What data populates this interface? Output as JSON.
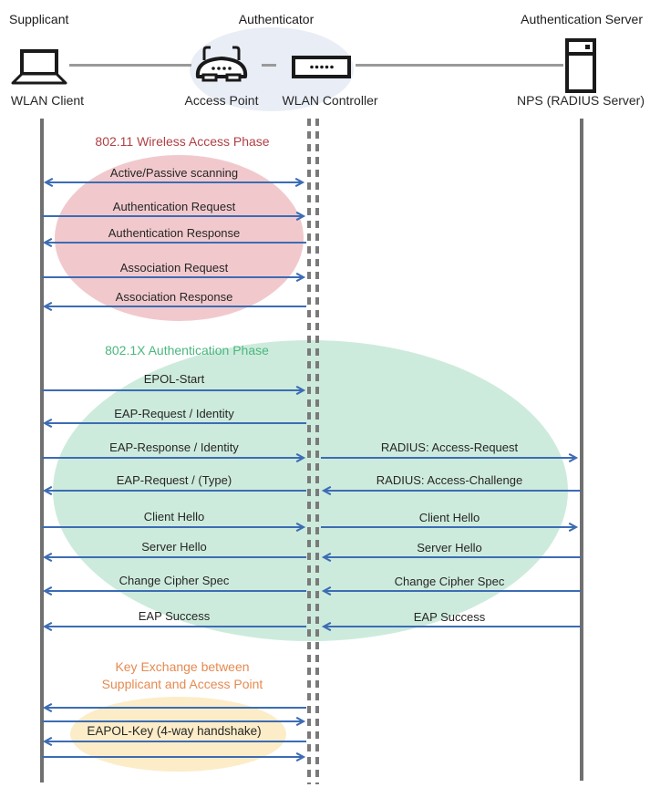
{
  "header": {
    "roles": {
      "supplicant": "Supplicant",
      "authenticator": "Authenticator",
      "server": "Authentication Server"
    },
    "devices": {
      "client": "WLAN Client",
      "access_point": "Access Point",
      "controller": "WLAN Controller",
      "nps": "NPS (RADIUS Server)"
    }
  },
  "phases": [
    {
      "title": "802.11 Wireless Access Phase",
      "title_color": "#b04045",
      "ellipse_color": "#f1c9cd",
      "messages": [
        {
          "label": "Active/Passive scanning",
          "direction": "both"
        },
        {
          "label": "Authentication Request",
          "direction": "right"
        },
        {
          "label": "Authentication Response",
          "direction": "left"
        },
        {
          "label": "Association Request",
          "direction": "right"
        },
        {
          "label": "Association Response",
          "direction": "left"
        }
      ]
    },
    {
      "title": "802.1X Authentication Phase",
      "title_color": "#4bb77e",
      "ellipse_color": "#cdebdc",
      "messages": [
        {
          "label": "EPOL-Start",
          "direction": "right"
        },
        {
          "label": "EAP-Request / Identity",
          "direction": "left"
        },
        {
          "label": "EAP-Response / Identity",
          "right_label": "RADIUS: Access-Request",
          "direction": "right"
        },
        {
          "label": "EAP-Request / (Type)",
          "right_label": "RADIUS: Access-Challenge",
          "direction": "left"
        },
        {
          "label": "Client Hello",
          "right_label": "Client Hello",
          "direction": "right"
        },
        {
          "label": "Server Hello",
          "right_label": "Server Hello",
          "direction": "left"
        },
        {
          "label": "Change Cipher Spec",
          "right_label": "Change Cipher Spec",
          "direction": "left"
        },
        {
          "label": "EAP Success",
          "right_label": "EAP Success",
          "direction": "left"
        }
      ]
    },
    {
      "title_line1": "Key Exchange between",
      "title_line2": "Supplicant and Access Point",
      "title_color": "#e68a50",
      "ellipse_color": "#fcedc8",
      "messages": [
        {
          "label": "EAPOL-Key (4-way handshake)",
          "direction": "alternating"
        }
      ]
    }
  ],
  "colors": {
    "arrow": "#3c6cb4",
    "lifeline": "#707070",
    "authenticator_ellipse": "#e9edf6"
  }
}
